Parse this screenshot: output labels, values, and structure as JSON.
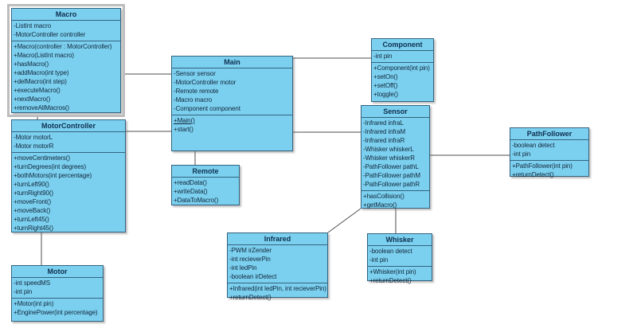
{
  "diagram": {
    "background": "#ffffff",
    "box_fill": "#7cd0ef",
    "box_border": "#33637f",
    "connector_color": "#4d4d4d",
    "selection_frame_color": "#bdbdbd",
    "title_text_color": "#0d2e4e",
    "member_text_color": "#10263a"
  },
  "classes": [
    {
      "name": "Macro",
      "selected": true,
      "attributes": [
        "-ListInt macro",
        "-MotorController controller"
      ],
      "methods": [
        "+Macro(controller : MotorController)",
        "+Macro(ListInt macro)",
        "+hasMacro()",
        "+addMacro(int type)",
        "+delMacro(int step)",
        "+executeMacro()",
        "+nextMacro()",
        "+removeAllMacros()"
      ]
    },
    {
      "name": "MotorController",
      "attributes": [
        "-Motor motorL",
        "-Motor motorR"
      ],
      "methods": [
        "+moveCentimeters()",
        "+turnDegrees(int degrees)",
        "+bothMotors(int percentage)",
        "+turnLeft90()",
        "+turnRight90()",
        "+moveFront()",
        "+moveBack()",
        "+turnLeft45()",
        "+turnRight45()"
      ]
    },
    {
      "name": "Motor",
      "attributes": [
        "-int speedMS",
        "-int pin"
      ],
      "methods": [
        "+Motor(int pin)",
        "+EnginePower(int percentage)"
      ]
    },
    {
      "name": "Main",
      "attributes": [
        "-Sensor sensor",
        "-MotorController motor",
        "-Remote remote",
        "-Macro macro",
        "-Component component"
      ],
      "methods": [
        "+Main()",
        "+start()"
      ],
      "underlined_methods": [
        "+Main()"
      ]
    },
    {
      "name": "Remote",
      "attributes": [],
      "methods": [
        "+readData()",
        "+writeData()",
        "+DataToMacro()"
      ]
    },
    {
      "name": "Component",
      "attributes": [
        "-int pin"
      ],
      "methods": [
        "+Component(int pin)",
        "+setOn()",
        "+setOff()",
        "+toggle()"
      ]
    },
    {
      "name": "Sensor",
      "attributes": [
        "-Infrared infraL",
        "-Infrared infraM",
        "-Infrared infraR",
        "-Whisker whiskerL",
        "-Whisker whiskerR",
        "-PathFollower pathL",
        "-PathFollower pathM",
        "-PathFollower pathR"
      ],
      "methods": [
        "+hasCollision()",
        "+getMacro()"
      ]
    },
    {
      "name": "PathFollower",
      "attributes": [
        "-boolean detect",
        "-int pin"
      ],
      "methods": [
        "+PathFollower(int pin)",
        "+returnDetect()"
      ]
    },
    {
      "name": "Infrared",
      "attributes": [
        "-PWM irZender",
        "-int recieverPin",
        "-int ledPin",
        "-boolean irDetect"
      ],
      "methods": [
        "+Infrared(int ledPin, int recieverPin)",
        "+returnDetect()"
      ]
    },
    {
      "name": "Whisker",
      "attributes": [
        "-boolean detect",
        "-int pin"
      ],
      "methods": [
        "+Whisker(int pin)",
        "+returnDetect()"
      ]
    }
  ]
}
